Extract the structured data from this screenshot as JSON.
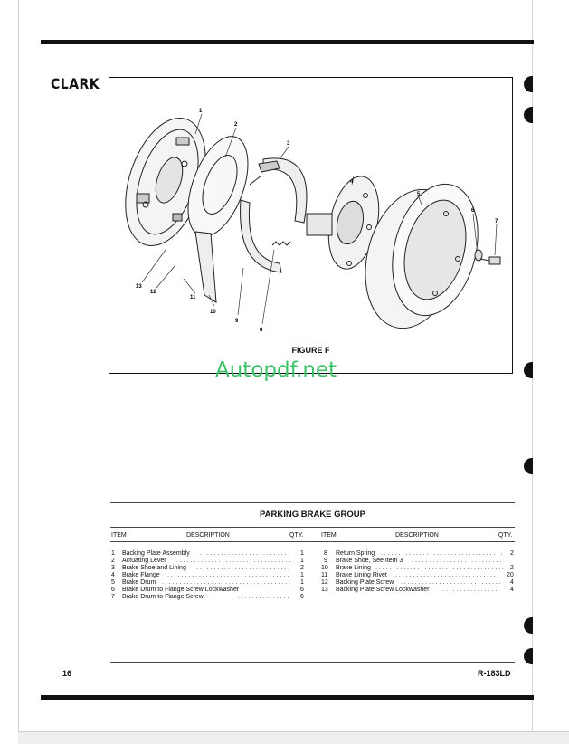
{
  "brand": {
    "logo_text": "CLARK"
  },
  "figure": {
    "caption": "FIGURE F",
    "callouts": [
      "1",
      "2",
      "3",
      "4",
      "5",
      "6",
      "7",
      "8",
      "9",
      "10",
      "11",
      "12",
      "13"
    ]
  },
  "watermark": "Autopdf.net",
  "section": {
    "title": "PARKING BRAKE GROUP",
    "headers": {
      "item": "ITEM",
      "description": "DESCRIPTION",
      "qty": "QTY."
    },
    "left_items": [
      {
        "item": "1",
        "description": "Backing Plate Assembly",
        "qty": "1"
      },
      {
        "item": "2",
        "description": "Actuating Lever",
        "qty": "1"
      },
      {
        "item": "3",
        "description": "Brake Shoe and Lining",
        "qty": "2"
      },
      {
        "item": "4",
        "description": "Brake Flange",
        "qty": "1"
      },
      {
        "item": "5",
        "description": "Brake Drum",
        "qty": "1"
      },
      {
        "item": "6",
        "description": "Brake Drum to Flange Screw Lockwasher",
        "qty": "6"
      },
      {
        "item": "7",
        "description": "Brake Drum to Flange Screw",
        "qty": "6"
      }
    ],
    "right_items": [
      {
        "item": "8",
        "description": "Return Spring",
        "qty": "2"
      },
      {
        "item": "9",
        "description": "Brake Shoe, See Item 3",
        "qty": ""
      },
      {
        "item": "10",
        "description": "Brake Lining",
        "qty": "2"
      },
      {
        "item": "11",
        "description": "Brake Lining Rivet",
        "qty": "20"
      },
      {
        "item": "12",
        "description": "Backing Plate Screw",
        "qty": "4"
      },
      {
        "item": "13",
        "description": "Backing Plate Screw Lockwasher",
        "qty": "4"
      }
    ]
  },
  "footer": {
    "page_number": "16",
    "doc_code": "R-183LD"
  }
}
